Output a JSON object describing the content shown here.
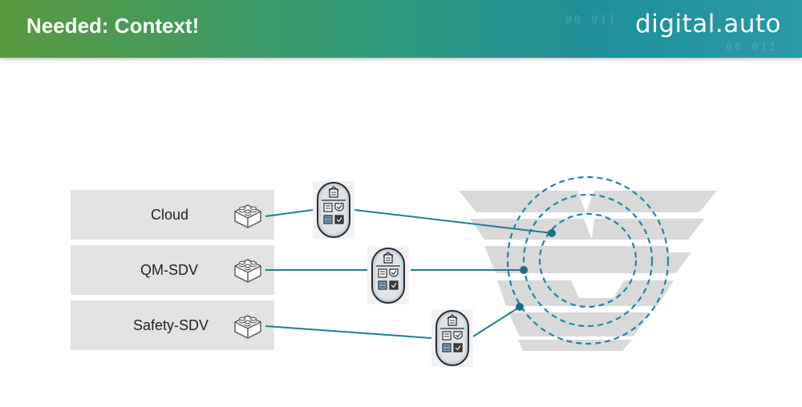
{
  "header": {
    "title": "Needed: Context!",
    "logo": "digital.auto"
  },
  "layers": [
    {
      "label": "Cloud"
    },
    {
      "label": "QM-SDV"
    },
    {
      "label": "Safety-SDV"
    }
  ],
  "icons": {
    "component": "lego-brick-icon",
    "context_badge": "context-badge-icon",
    "vehicle_logo": "v-logo-icon"
  },
  "colors": {
    "header_start": "#5a9a3e",
    "header_end": "#2a9aa6",
    "connector": "#1f7f93",
    "layer_bg": "#e3e3e3",
    "v_logo": "#d9d9d9"
  }
}
